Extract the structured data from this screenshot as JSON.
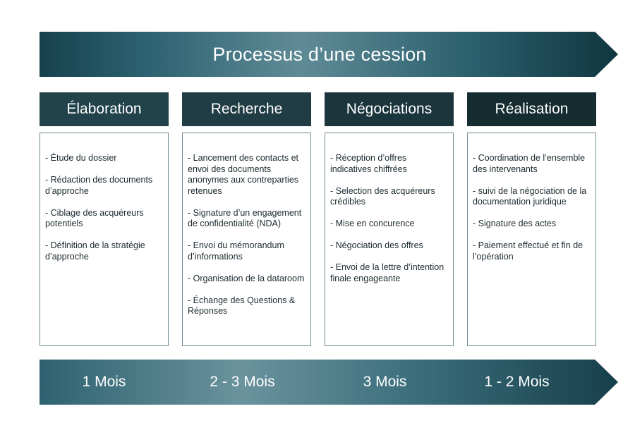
{
  "title": "Processus d’une cession",
  "phases": [
    {
      "name": "Élaboration",
      "color": "#22434b",
      "items": [
        "- Étude du dossier",
        "- Rédaction des documents    d’approche",
        "- Ciblage des acquéreurs potentiels",
        "- Définition de la stratégie d’approche"
      ],
      "duration": "1 Mois"
    },
    {
      "name": "Recherche",
      "color": "#203c44",
      "items": [
        "- Lancement des contacts et envoi des documents anonymes aux contreparties retenues",
        "- Signature d’un engagement de confidentialité (NDA)",
        "- Envoi du mémorandum d’informations",
        "- Organisation de la dataroom",
        "- Échange des Questions & Réponses"
      ],
      "duration": "2 - 3 Mois"
    },
    {
      "name": "Négociations",
      "color": "#1b353c",
      "items": [
        "- Réception d’offres indicatives chiffrées",
        "- Selection des acquéreurs crédibles",
        "- Mise en concurence",
        "- Négociation des offres",
        "- Envoi de la lettre d’intention finale engageante"
      ],
      "duration": "3 Mois"
    },
    {
      "name": "Réalisation",
      "color": "#152c31",
      "items": [
        "- Coordination de l’ensemble des intervenants",
        "- suivi de la négociation de la documentation juridique",
        "- Signature des actes",
        "- Paiement effectué et fin de l’opération"
      ],
      "duration": "1 - 2 Mois"
    }
  ]
}
